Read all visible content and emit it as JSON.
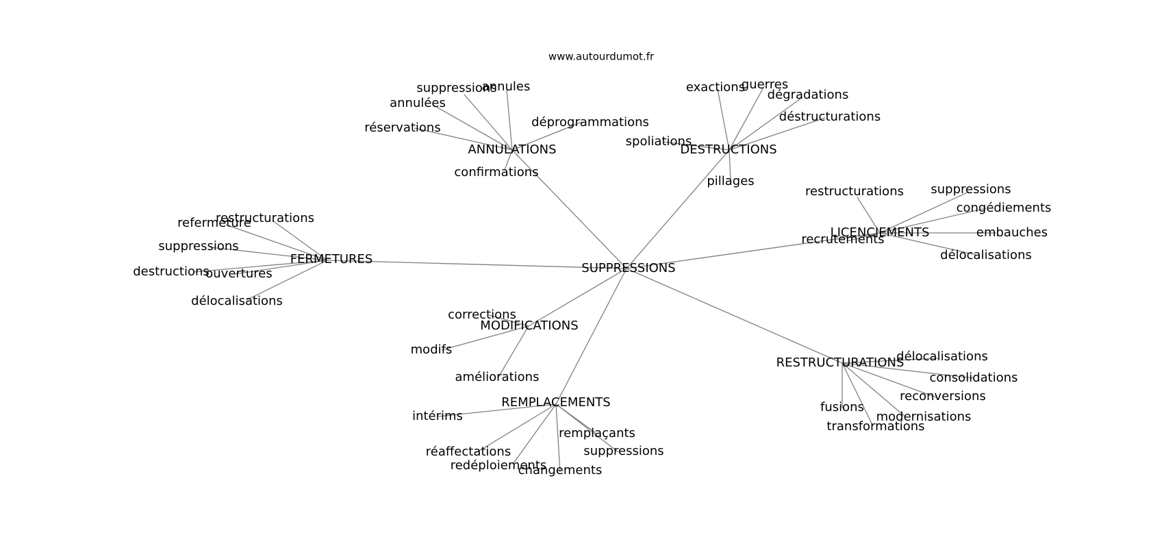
{
  "site": "www.autourdumot.fr",
  "center": "SUPPRESSIONS",
  "groups": [
    {
      "hub": "ANNULATIONS",
      "words": [
        "suppressions",
        "annules",
        "annulées",
        "réservations",
        "déprogrammations",
        "confirmations"
      ]
    },
    {
      "hub": "DESTRUCTIONS",
      "words": [
        "exactions",
        "guerres",
        "dégradations",
        "déstructurations",
        "spoliations",
        "pillages"
      ]
    },
    {
      "hub": "LICENCIEMENTS",
      "words": [
        "restructurations",
        "suppressions",
        "congédiements",
        "embauches",
        "recrutements",
        "délocalisations"
      ]
    },
    {
      "hub": "FERMETURES",
      "words": [
        "refermeture",
        "restructurations",
        "suppressions",
        "destructions",
        "ouvertures",
        "délocalisations"
      ]
    },
    {
      "hub": "MODIFICATIONS",
      "words": [
        "corrections",
        "modifs",
        "améliorations"
      ]
    },
    {
      "hub": "RESTRUCTURATIONS",
      "words": [
        "délocalisations",
        "consolidations",
        "reconversions",
        "fusions",
        "modernisations",
        "transformations"
      ]
    },
    {
      "hub": "REMPLACEMENTS",
      "words": [
        "intérims",
        "remplaçants",
        "réaffectations",
        "suppressions",
        "redéploiements",
        "changements"
      ]
    }
  ]
}
